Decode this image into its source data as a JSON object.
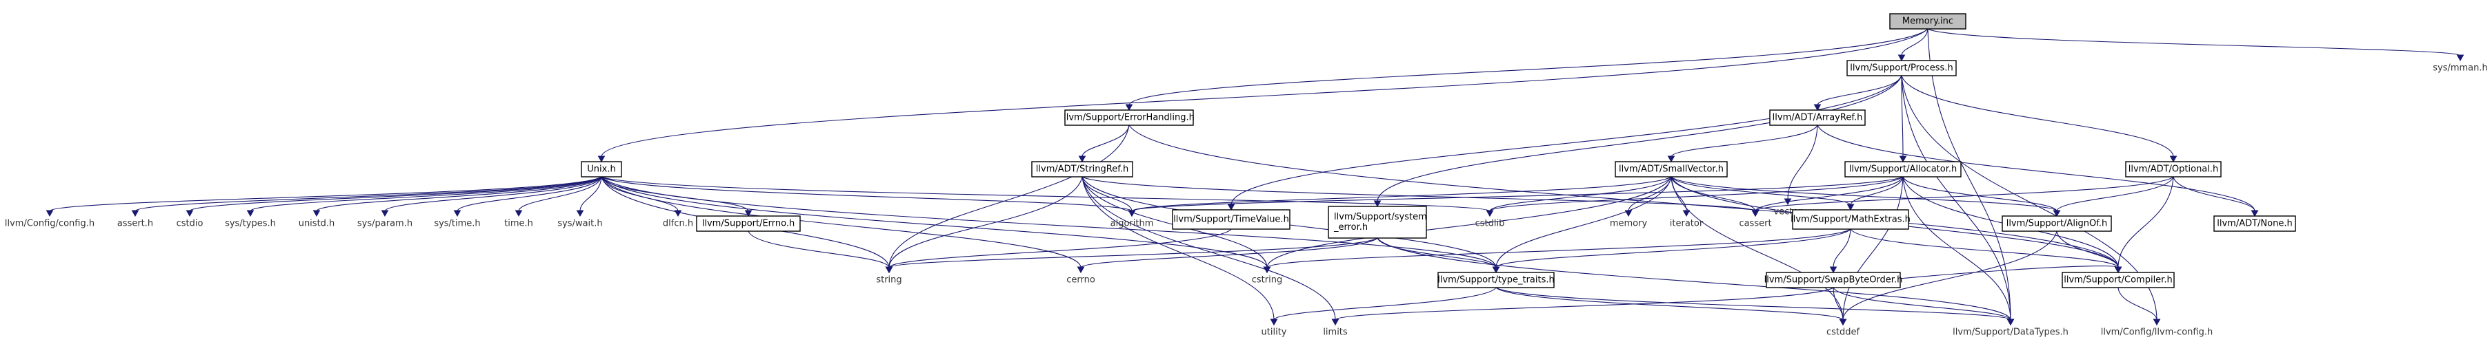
{
  "graph": {
    "title": "Memory.inc",
    "nodes": [
      {
        "id": "memory_inc",
        "label": "Memory.inc",
        "boxed": true,
        "root": true
      },
      {
        "id": "process_h",
        "label": "llvm/Support/Process.h",
        "boxed": true
      },
      {
        "id": "sys_mman_h",
        "label": "sys/mman.h",
        "boxed": false
      },
      {
        "id": "error_handling_h",
        "label": "llvm/Support/ErrorHandling.h",
        "boxed": true
      },
      {
        "id": "unix_h",
        "label": "Unix.h",
        "boxed": true
      },
      {
        "id": "arrayref_h",
        "label": "llvm/ADT/ArrayRef.h",
        "boxed": true
      },
      {
        "id": "stringref_h",
        "label": "llvm/ADT/StringRef.h",
        "boxed": true
      },
      {
        "id": "smallvector_h",
        "label": "llvm/ADT/SmallVector.h",
        "boxed": true
      },
      {
        "id": "allocator_h",
        "label": "llvm/Support/Allocator.h",
        "boxed": true
      },
      {
        "id": "optional_h",
        "label": "llvm/ADT/Optional.h",
        "boxed": true
      },
      {
        "id": "vector",
        "label": "vector",
        "boxed": false
      },
      {
        "id": "config_h",
        "label": "llvm/Config/config.h",
        "boxed": false
      },
      {
        "id": "assert_h",
        "label": "assert.h",
        "boxed": false
      },
      {
        "id": "cstdio",
        "label": "cstdio",
        "boxed": false
      },
      {
        "id": "sys_types_h",
        "label": "sys/types.h",
        "boxed": false
      },
      {
        "id": "unistd_h",
        "label": "unistd.h",
        "boxed": false
      },
      {
        "id": "sys_param_h",
        "label": "sys/param.h",
        "boxed": false
      },
      {
        "id": "sys_time_h",
        "label": "sys/time.h",
        "boxed": false
      },
      {
        "id": "time_h",
        "label": "time.h",
        "boxed": false
      },
      {
        "id": "sys_wait_h",
        "label": "sys/wait.h",
        "boxed": false
      },
      {
        "id": "dlfcn_h",
        "label": "dlfcn.h",
        "boxed": false
      },
      {
        "id": "errno_h",
        "label": "llvm/Support/Errno.h",
        "boxed": true
      },
      {
        "id": "algorithm",
        "label": "algorithm",
        "boxed": false
      },
      {
        "id": "timevalue_h",
        "label": "llvm/Support/TimeValue.h",
        "boxed": true
      },
      {
        "id": "system_error_h",
        "label": [
          "llvm/Support/system",
          "_error.h"
        ],
        "boxed": true
      },
      {
        "id": "cstdlib",
        "label": "cstdlib",
        "boxed": false
      },
      {
        "id": "memory",
        "label": "memory",
        "boxed": false
      },
      {
        "id": "iterator",
        "label": "iterator",
        "boxed": false
      },
      {
        "id": "cassert",
        "label": "cassert",
        "boxed": false
      },
      {
        "id": "mathextras_h",
        "label": "llvm/Support/MathExtras.h",
        "boxed": true
      },
      {
        "id": "alignof_h",
        "label": "llvm/Support/AlignOf.h",
        "boxed": true
      },
      {
        "id": "none_h",
        "label": "llvm/ADT/None.h",
        "boxed": true
      },
      {
        "id": "string",
        "label": "string",
        "boxed": false
      },
      {
        "id": "cerrno",
        "label": "cerrno",
        "boxed": false
      },
      {
        "id": "cstring",
        "label": "cstring",
        "boxed": false
      },
      {
        "id": "type_traits_h",
        "label": "llvm/Support/type_traits.h",
        "boxed": true
      },
      {
        "id": "compiler_h",
        "label": "llvm/Support/Compiler.h",
        "boxed": true
      },
      {
        "id": "swapbyteorder_h",
        "label": "llvm/Support/SwapByteOrder.h",
        "boxed": true
      },
      {
        "id": "utility",
        "label": "utility",
        "boxed": false
      },
      {
        "id": "limits",
        "label": "limits",
        "boxed": false
      },
      {
        "id": "cstddef",
        "label": "cstddef",
        "boxed": false
      },
      {
        "id": "datatypes_h",
        "label": "llvm/Support/DataTypes.h",
        "boxed": false
      },
      {
        "id": "llvm_config_h",
        "label": "llvm/Config/llvm-config.h",
        "boxed": false
      }
    ],
    "edges": [
      [
        "memory_inc",
        "process_h"
      ],
      [
        "memory_inc",
        "sys_mman_h"
      ],
      [
        "memory_inc",
        "unix_h"
      ],
      [
        "memory_inc",
        "error_handling_h"
      ],
      [
        "memory_inc",
        "datatypes_h"
      ],
      [
        "process_h",
        "arrayref_h"
      ],
      [
        "process_h",
        "allocator_h"
      ],
      [
        "process_h",
        "optional_h"
      ],
      [
        "process_h",
        "timevalue_h"
      ],
      [
        "process_h",
        "system_error_h"
      ],
      [
        "process_h",
        "datatypes_h"
      ],
      [
        "process_h",
        "llvm_config_h"
      ],
      [
        "error_handling_h",
        "stringref_h"
      ],
      [
        "error_handling_h",
        "string"
      ],
      [
        "error_handling_h",
        "compiler_h"
      ],
      [
        "unix_h",
        "config_h"
      ],
      [
        "unix_h",
        "assert_h"
      ],
      [
        "unix_h",
        "cstdio"
      ],
      [
        "unix_h",
        "sys_types_h"
      ],
      [
        "unix_h",
        "unistd_h"
      ],
      [
        "unix_h",
        "sys_param_h"
      ],
      [
        "unix_h",
        "sys_time_h"
      ],
      [
        "unix_h",
        "time_h"
      ],
      [
        "unix_h",
        "sys_wait_h"
      ],
      [
        "unix_h",
        "dlfcn_h"
      ],
      [
        "unix_h",
        "errno_h"
      ],
      [
        "unix_h",
        "algorithm"
      ],
      [
        "unix_h",
        "string"
      ],
      [
        "unix_h",
        "cerrno"
      ],
      [
        "unix_h",
        "cstring"
      ],
      [
        "unix_h",
        "cstdlib"
      ],
      [
        "unix_h",
        "type_traits_h"
      ],
      [
        "arrayref_h",
        "smallvector_h"
      ],
      [
        "arrayref_h",
        "vector"
      ],
      [
        "arrayref_h",
        "none_h"
      ],
      [
        "stringref_h",
        "algorithm"
      ],
      [
        "stringref_h",
        "string"
      ],
      [
        "stringref_h",
        "cstring"
      ],
      [
        "stringref_h",
        "cassert"
      ],
      [
        "stringref_h",
        "type_traits_h"
      ],
      [
        "stringref_h",
        "utility"
      ],
      [
        "stringref_h",
        "limits"
      ],
      [
        "smallvector_h",
        "algorithm"
      ],
      [
        "smallvector_h",
        "cstdlib"
      ],
      [
        "smallvector_h",
        "memory"
      ],
      [
        "smallvector_h",
        "iterator"
      ],
      [
        "smallvector_h",
        "cassert"
      ],
      [
        "smallvector_h",
        "mathextras_h"
      ],
      [
        "smallvector_h",
        "alignof_h"
      ],
      [
        "smallvector_h",
        "compiler_h"
      ],
      [
        "smallvector_h",
        "type_traits_h"
      ],
      [
        "smallvector_h",
        "cstddef"
      ],
      [
        "smallvector_h",
        "cstring"
      ],
      [
        "allocator_h",
        "algorithm"
      ],
      [
        "allocator_h",
        "cstdlib"
      ],
      [
        "allocator_h",
        "cassert"
      ],
      [
        "allocator_h",
        "mathextras_h"
      ],
      [
        "allocator_h",
        "alignof_h"
      ],
      [
        "allocator_h",
        "compiler_h"
      ],
      [
        "allocator_h",
        "cstddef"
      ],
      [
        "allocator_h",
        "datatypes_h"
      ],
      [
        "optional_h",
        "cassert"
      ],
      [
        "optional_h",
        "alignof_h"
      ],
      [
        "optional_h",
        "compiler_h"
      ],
      [
        "optional_h",
        "none_h"
      ],
      [
        "errno_h",
        "string"
      ],
      [
        "timevalue_h",
        "string"
      ],
      [
        "system_error_h",
        "string"
      ],
      [
        "system_error_h",
        "cerrno"
      ],
      [
        "system_error_h",
        "type_traits_h"
      ],
      [
        "system_error_h",
        "datatypes_h"
      ],
      [
        "mathextras_h",
        "compiler_h"
      ],
      [
        "mathextras_h",
        "swapbyteorder_h"
      ],
      [
        "mathextras_h",
        "type_traits_h"
      ],
      [
        "mathextras_h",
        "cstring"
      ],
      [
        "alignof_h",
        "compiler_h"
      ],
      [
        "alignof_h",
        "cstddef"
      ],
      [
        "type_traits_h",
        "utility"
      ],
      [
        "type_traits_h",
        "datatypes_h"
      ],
      [
        "type_traits_h",
        "cstddef"
      ],
      [
        "compiler_h",
        "llvm_config_h"
      ],
      [
        "swapbyteorder_h",
        "compiler_h"
      ],
      [
        "swapbyteorder_h",
        "datatypes_h"
      ],
      [
        "swapbyteorder_h",
        "cstddef"
      ],
      [
        "swapbyteorder_h",
        "limits"
      ]
    ]
  }
}
